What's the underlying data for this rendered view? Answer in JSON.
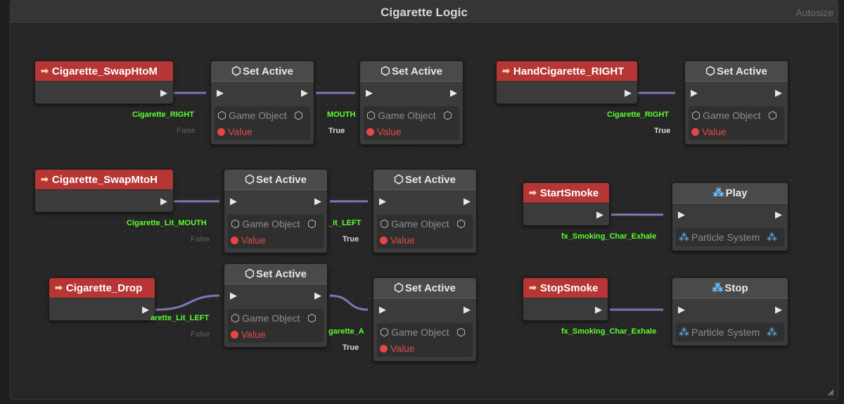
{
  "window": {
    "title": "Cigarette Logic",
    "autosize_label": "Autosize",
    "resize_glyph": "◢"
  },
  "colors": {
    "event_header": "#b63535",
    "wire": "#8e86d0",
    "green_label": "#5bff2e",
    "value_dot": "#e84545"
  },
  "events": {
    "swap_h_to_m": "Cigarette_SwapHtoM",
    "swap_m_to_h": "Cigarette_SwapMtoH",
    "drop": "Cigarette_Drop",
    "hand_right": "HandCigarette_RIGHT",
    "start_smoke": "StartSmoke",
    "stop_smoke": "StopSmoke"
  },
  "units": {
    "set_active": "Set Active",
    "play": "Play",
    "stop": "Stop",
    "game_object": "Game Object",
    "value": "Value",
    "particle_system": "Particle System",
    "flow_in": "▶",
    "flow_out": "▶"
  },
  "labels": {
    "cigarette_right": "Cigarette_RIGHT",
    "mouth_clipped": "MOUTH",
    "cigarette_lit_mouth": "Cigarette_Lit_MOUTH",
    "lit_left_clipped": "_it_LEFT",
    "cigarette_lit_left_clipped": "arette_Lit_LEFT",
    "garette_a_clipped": "garette_A",
    "fx_exhale": "fx_Smoking_Char_Exhale",
    "false": "False",
    "true": "True"
  }
}
